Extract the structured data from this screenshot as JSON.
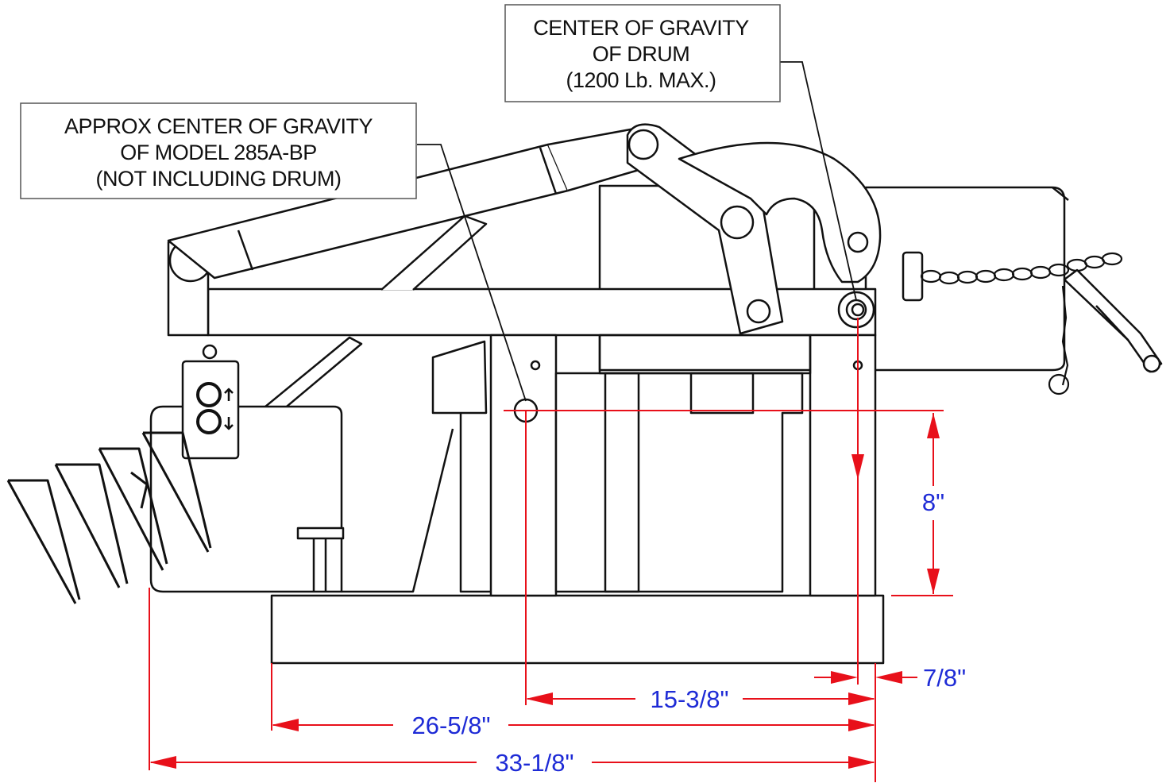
{
  "colors": {
    "outline": "#111111",
    "dimension_line": "#e8101a",
    "dimension_text": "#1e2bd6",
    "background": "#ffffff"
  },
  "callouts": {
    "drum_cg": {
      "line1": "CENTER OF GRAVITY",
      "line2": "OF DRUM",
      "line3": "(1200 Lb. MAX.)"
    },
    "model_cg": {
      "line1": "APPROX CENTER OF GRAVITY",
      "line2": "OF MODEL 285A-BP",
      "line3": "(NOT INCLUDING DRUM)"
    }
  },
  "dimensions": {
    "height": "8\"",
    "offset": "7/8\"",
    "cg_to_end": "15-3/8\"",
    "base_length": "26-5/8\"",
    "overall_length": "33-1/8\""
  }
}
